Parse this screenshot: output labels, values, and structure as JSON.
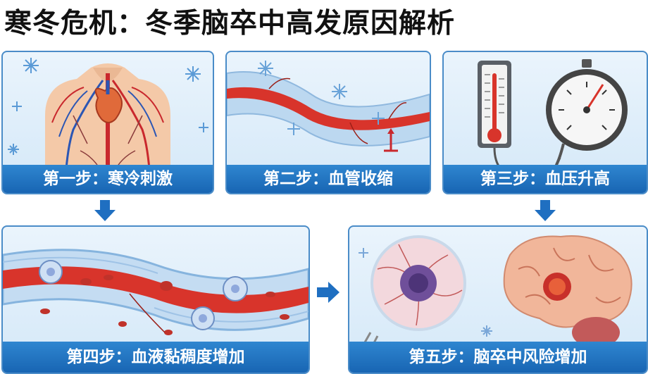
{
  "title": "寒冬危机：冬季脑卒中高发原因解析",
  "steps": [
    {
      "label": "第一步：寒冷刺激"
    },
    {
      "label": "第二步：血管收缩"
    },
    {
      "label": "第三步：血压升高"
    },
    {
      "label": "第四步：血液黏稠度增加"
    },
    {
      "label": "第五步：脑卒中风险增加"
    }
  ],
  "colors": {
    "caption_blue": "#1e6fbf",
    "arrow_blue": "#1f6fc1",
    "vessel_red": "#d8342b",
    "panel_bg": "#e6f1fb"
  }
}
